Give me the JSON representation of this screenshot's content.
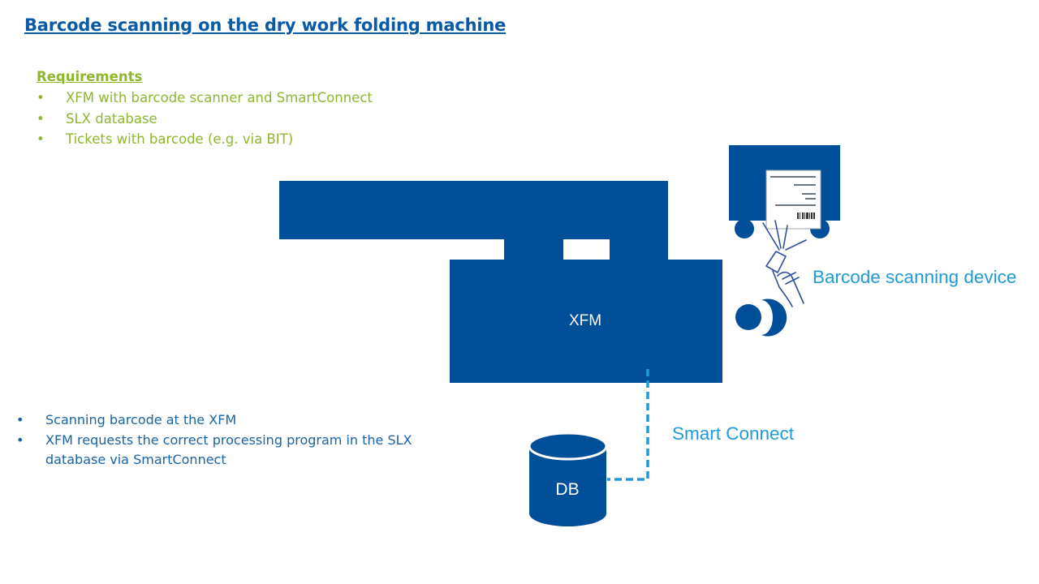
{
  "title": "Barcode scanning on the dry work folding machine",
  "requirements": {
    "heading": "Requirements",
    "items": [
      "XFM with barcode scanner and SmartConnect",
      "SLX database",
      "Tickets with barcode (e.g. via BIT)"
    ]
  },
  "notes": [
    "Scanning barcode at the XFM",
    "XFM requests the correct processing program in the SLX database via SmartConnect"
  ],
  "diagram": {
    "machine_label": "XFM",
    "db_label": "DB",
    "scanner_label": "Barcode scanning device",
    "connection_label": "Smart Connect"
  },
  "colors": {
    "machine": "#004f98",
    "title": "#0a5aa6",
    "requirements": "#8fb62e",
    "labels": "#1f9bd6",
    "notes": "#1a63a5",
    "connection": "#1f9bd6"
  }
}
